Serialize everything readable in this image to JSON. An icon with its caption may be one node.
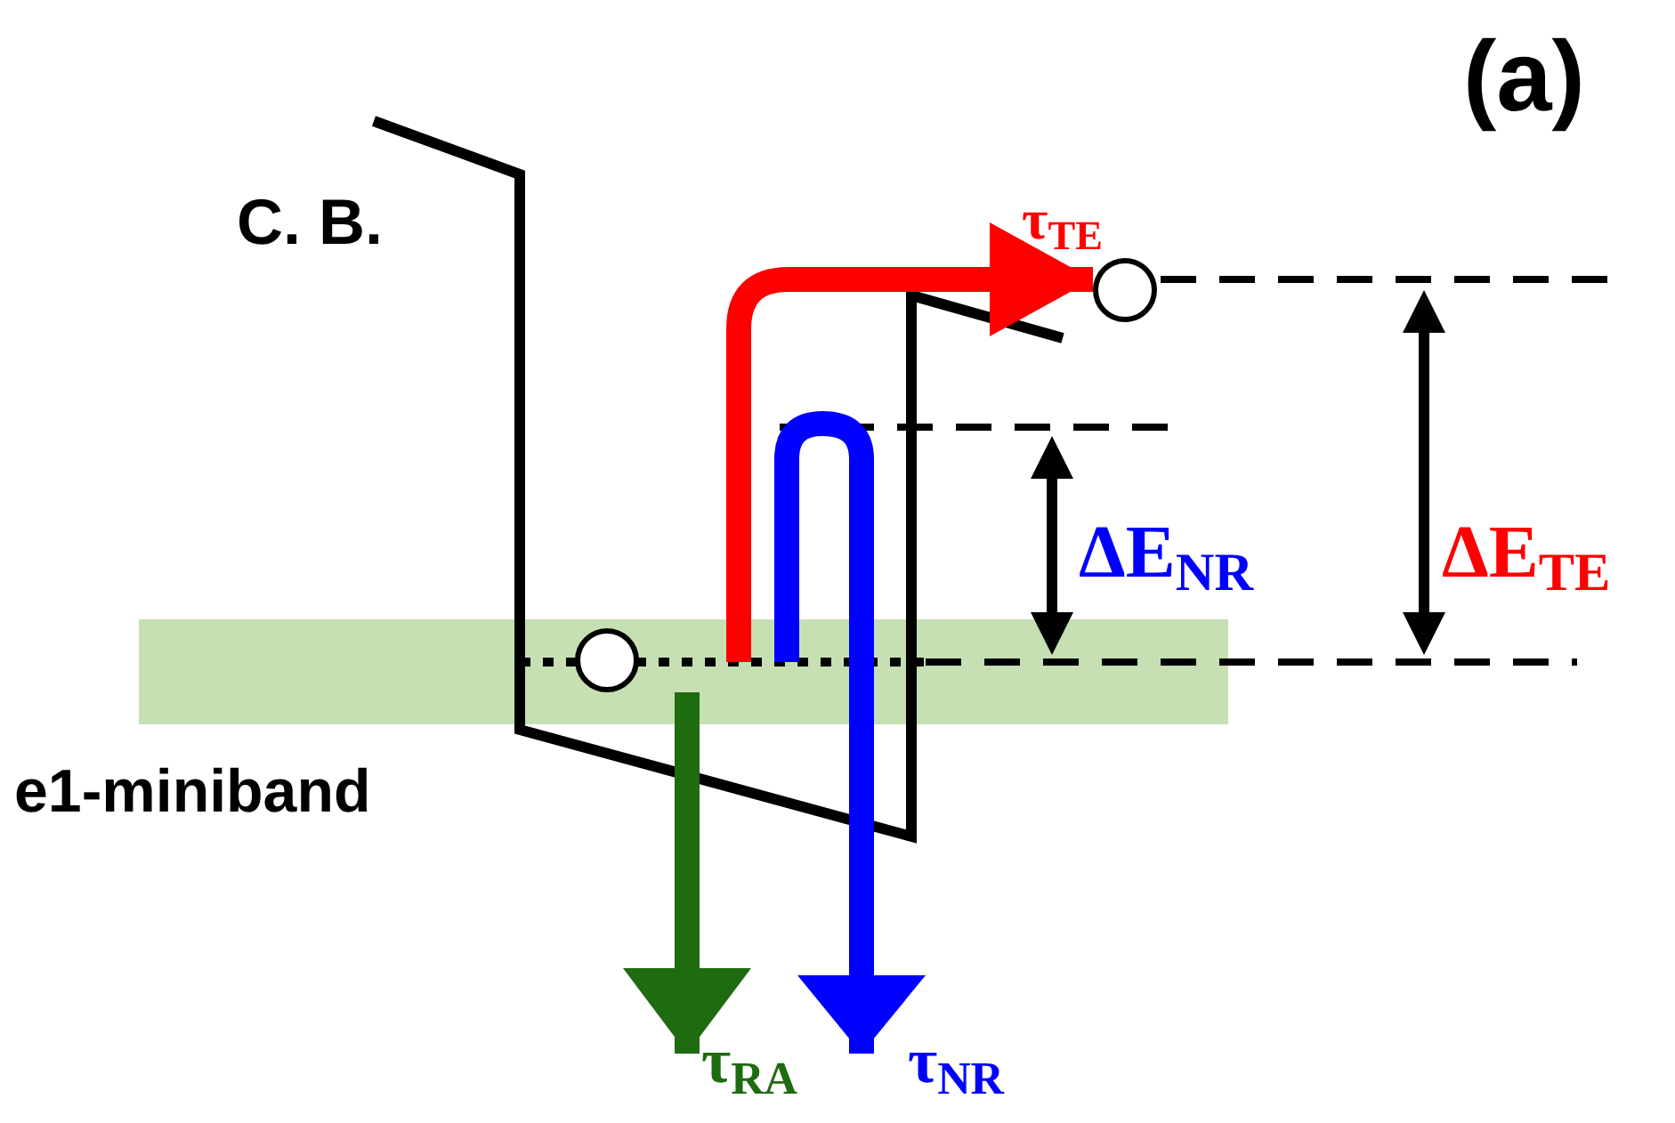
{
  "diagram": {
    "title": "(a)",
    "nodes": [
      {
        "text": [
          "e1-miniband"
        ]
      },
      {
        "text": [],
        "shape": "circle",
        "in": 0
      },
      {
        "text": [],
        "shape": "circle"
      }
    ],
    "edges": [
      {
        "from": 0,
        "to": 2,
        "arrow": "to",
        "label": "τ$_{TE}$",
        "color": "#ff0000"
      },
      {
        "from": 1,
        "to": null,
        "arrow": "to",
        "label": "τ$_{RA}$",
        "color": "#1e6b10"
      },
      {
        "from": 0,
        "to": null,
        "arrow": "to",
        "label": "τ$_{NR}$",
        "color": "#0000ff"
      }
    ],
    "labels": [
      "C. B.",
      "ΔE$_{NR}$",
      "ΔE$_{TE}$"
    ]
  }
}
